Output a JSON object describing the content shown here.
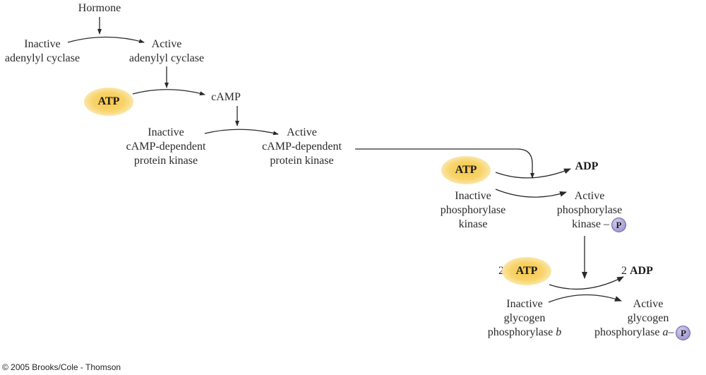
{
  "hormone": "Hormone",
  "adenylyl": {
    "inactive": [
      "Inactive",
      "adenylyl cyclase"
    ],
    "active": [
      "Active",
      "adenylyl cyclase"
    ]
  },
  "atp_label": "ATP",
  "camp": "cAMP",
  "pka": {
    "inactive": [
      "Inactive",
      "cAMP-dependent",
      "protein kinase"
    ],
    "active": [
      "Active",
      "cAMP-dependent",
      "protein kinase"
    ]
  },
  "adp_label": "ADP",
  "phos_kinase": {
    "inactive": [
      "Inactive",
      "phosphorylase",
      "kinase"
    ],
    "active": [
      "Active",
      "phosphorylase"
    ],
    "active_last": "kinase –"
  },
  "p_symbol": "P",
  "two": "2",
  "two_adp": "2",
  "glycogen_phos": {
    "inactive": [
      "Inactive",
      "glycogen"
    ],
    "inactive_last": "phosphorylase",
    "inactive_suffix": "b",
    "active": [
      "Active",
      "glycogen"
    ],
    "active_last": "phosphorylase",
    "active_suffix": "a",
    "dash": "–"
  },
  "copyright": "© 2005 Brooks/Cole - Thomson"
}
